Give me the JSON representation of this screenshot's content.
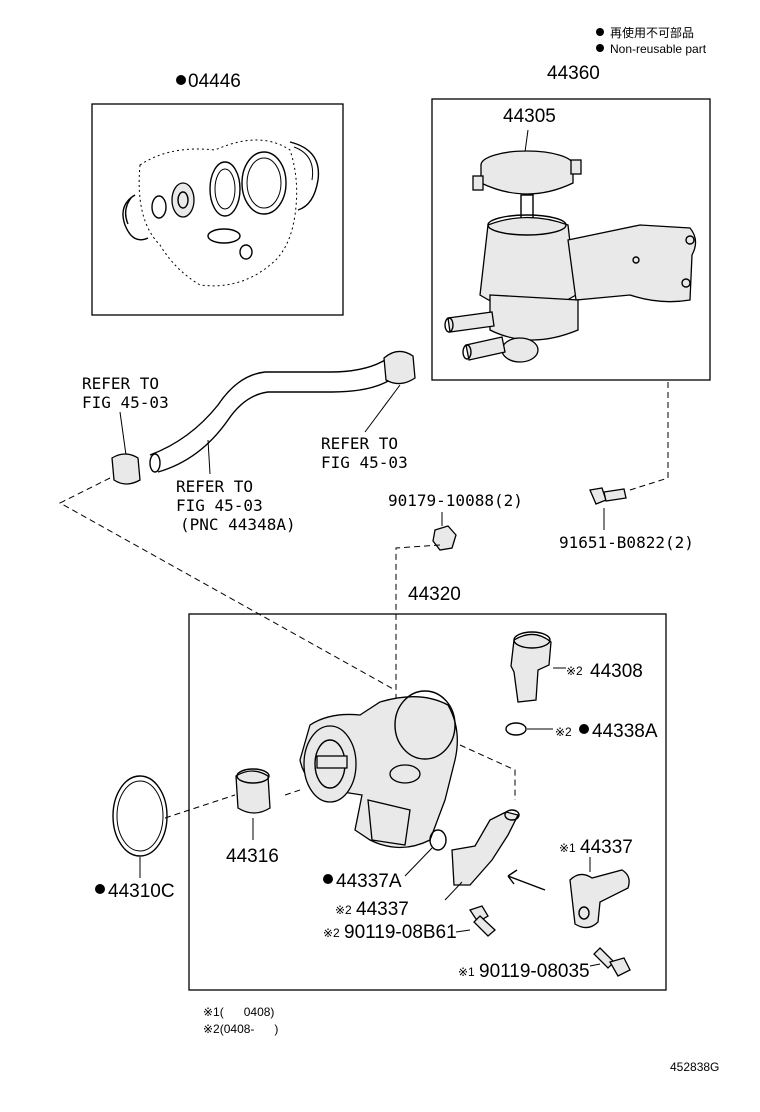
{
  "legend": {
    "line1": "再使用不可部品",
    "line2": "Non-reusable part"
  },
  "labels": {
    "kit": "04446",
    "reservoir_assy": "44360",
    "reservoir_cap": "44305",
    "refer_left_1": "REFER TO",
    "refer_left_2": "FIG 45-03",
    "refer_right_1": "REFER TO",
    "refer_right_2": "FIG 45-03",
    "refer_mid_1": "REFER TO",
    "refer_mid_2": "FIG 45-03",
    "refer_mid_3": "(PNC 44348A)",
    "nut": "90179-10088(2)",
    "bolt_top": "91651-B0822(2)",
    "pump_assy": "44320",
    "valve_prefix": "※2",
    "valve": "44308",
    "oring_prefix": "※2",
    "oring": "44338A",
    "pulley_nut": "44316",
    "gasket": "44310C",
    "oring2": "44337A",
    "union_a_prefix": "※1",
    "union_a": "44337",
    "union_b_prefix": "※2",
    "union_b": "44337",
    "bolt_b_prefix": "※2",
    "bolt_b": "90119-08B61",
    "bolt_a_prefix": "※1",
    "bolt_a": "90119-08035"
  },
  "notes": {
    "note1": "※1(      0408)",
    "note2": "※2(0408-      )"
  },
  "figure_id": "452838G"
}
